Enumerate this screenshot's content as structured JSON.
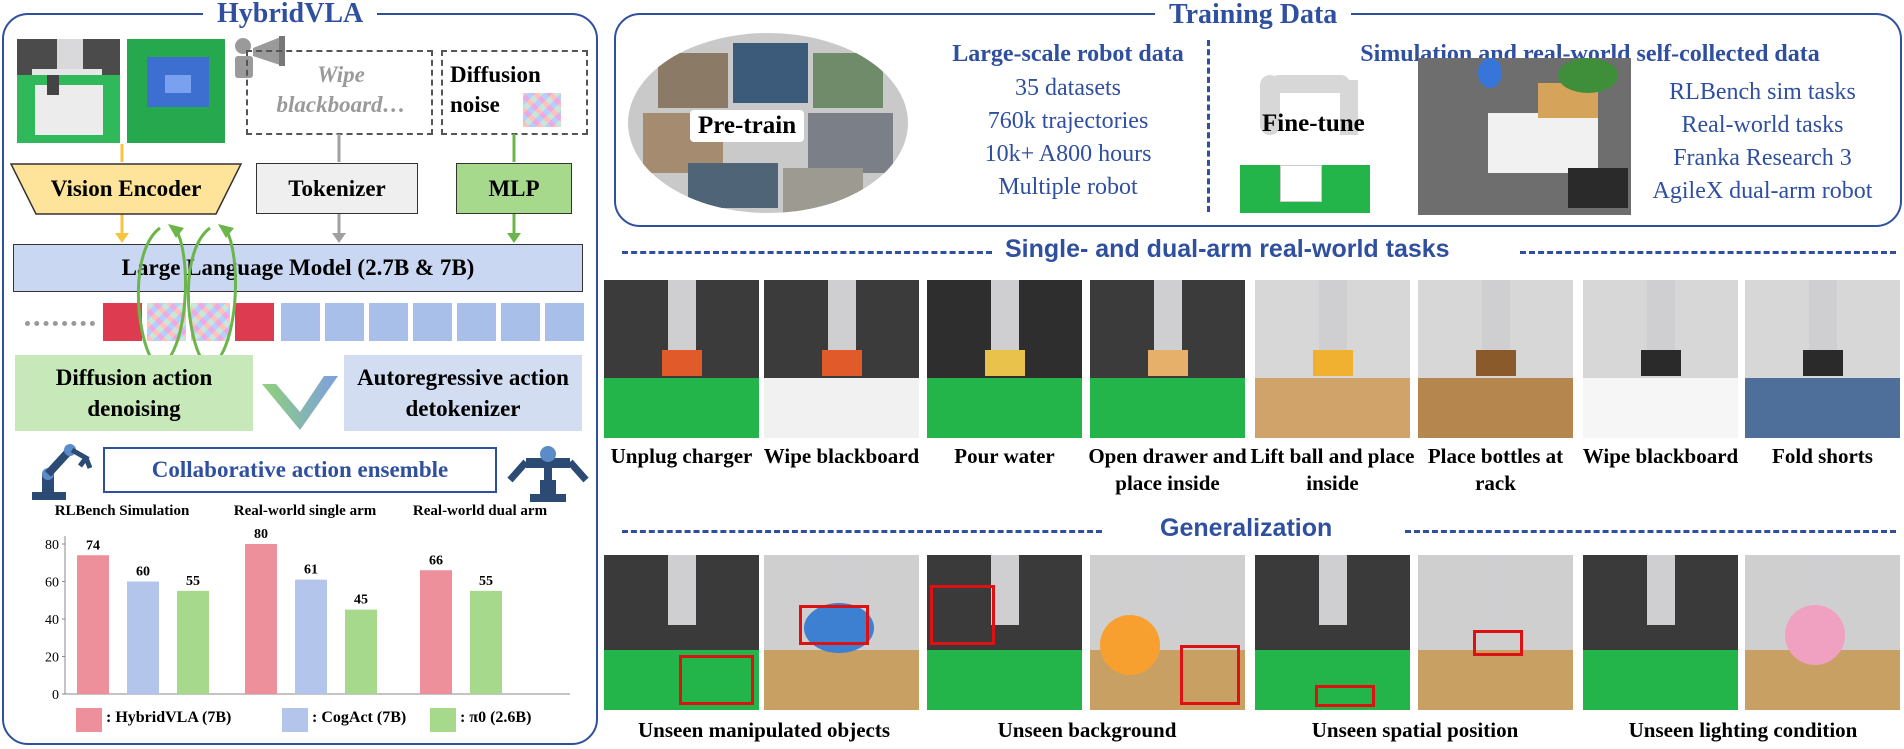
{
  "left_panel": {
    "title": "HybridVLA",
    "instruction_text": "Wipe blackboard…",
    "diffusion_noise_label": "Diffusion noise",
    "vision_encoder_label": "Vision Encoder",
    "tokenizer_label": "Tokenizer",
    "mlp_label": "MLP",
    "llm_label": "Large Language Model (2.7B & 7B)",
    "diffusion_head_label": "Diffusion action denoising",
    "ar_head_label": "Autoregressive action detokenizer",
    "ensemble_label": "Collaborative action ensemble"
  },
  "chart_data": {
    "type": "bar",
    "groups": [
      "RLBench Simulation",
      "Real-world single arm",
      "Real-world dual arm"
    ],
    "series": [
      {
        "name": ": HybridVLA (7B)",
        "color": "#ee8f9c",
        "values": [
          74,
          80,
          66
        ]
      },
      {
        "name": ": CogAct (7B)",
        "color": "#b3c5ea",
        "values": [
          60,
          61,
          null
        ]
      },
      {
        "name": ": π0 (2.6B)",
        "color": "#a6d98c",
        "values": [
          55,
          45,
          55
        ]
      }
    ],
    "y_ticks": [
      0,
      20,
      40,
      60,
      80
    ],
    "ylim": [
      0,
      80
    ]
  },
  "training_data": {
    "title": "Training Data",
    "pretrain_label": "Pre-train",
    "pretrain_heading": "Large-scale robot data",
    "pretrain_lines": [
      "35 datasets",
      "760k trajectories",
      "10k+ A800 hours",
      "Multiple robot"
    ],
    "finetune_label": "Fine-tune",
    "finetune_heading": "Simulation and real-world self-collected data",
    "finetune_lines": [
      "RLBench sim tasks",
      "Real-world tasks",
      "Franka Research 3",
      "AgileX dual-arm robot"
    ]
  },
  "real_world_section": {
    "title": "Single- and dual-arm real-world tasks",
    "tasks": [
      {
        "caption": "Unplug charger"
      },
      {
        "caption": "Wipe blackboard"
      },
      {
        "caption": "Pour water"
      },
      {
        "caption": "Open drawer and place inside"
      },
      {
        "caption": "Lift ball and place inside"
      },
      {
        "caption": "Place bottles at rack"
      },
      {
        "caption": "Wipe blackboard"
      },
      {
        "caption": "Fold shorts"
      }
    ]
  },
  "generalization_section": {
    "title": "Generalization",
    "captions": [
      "Unseen manipulated objects",
      "Unseen background",
      "Unseen spatial position",
      "Unseen lighting condition"
    ]
  }
}
